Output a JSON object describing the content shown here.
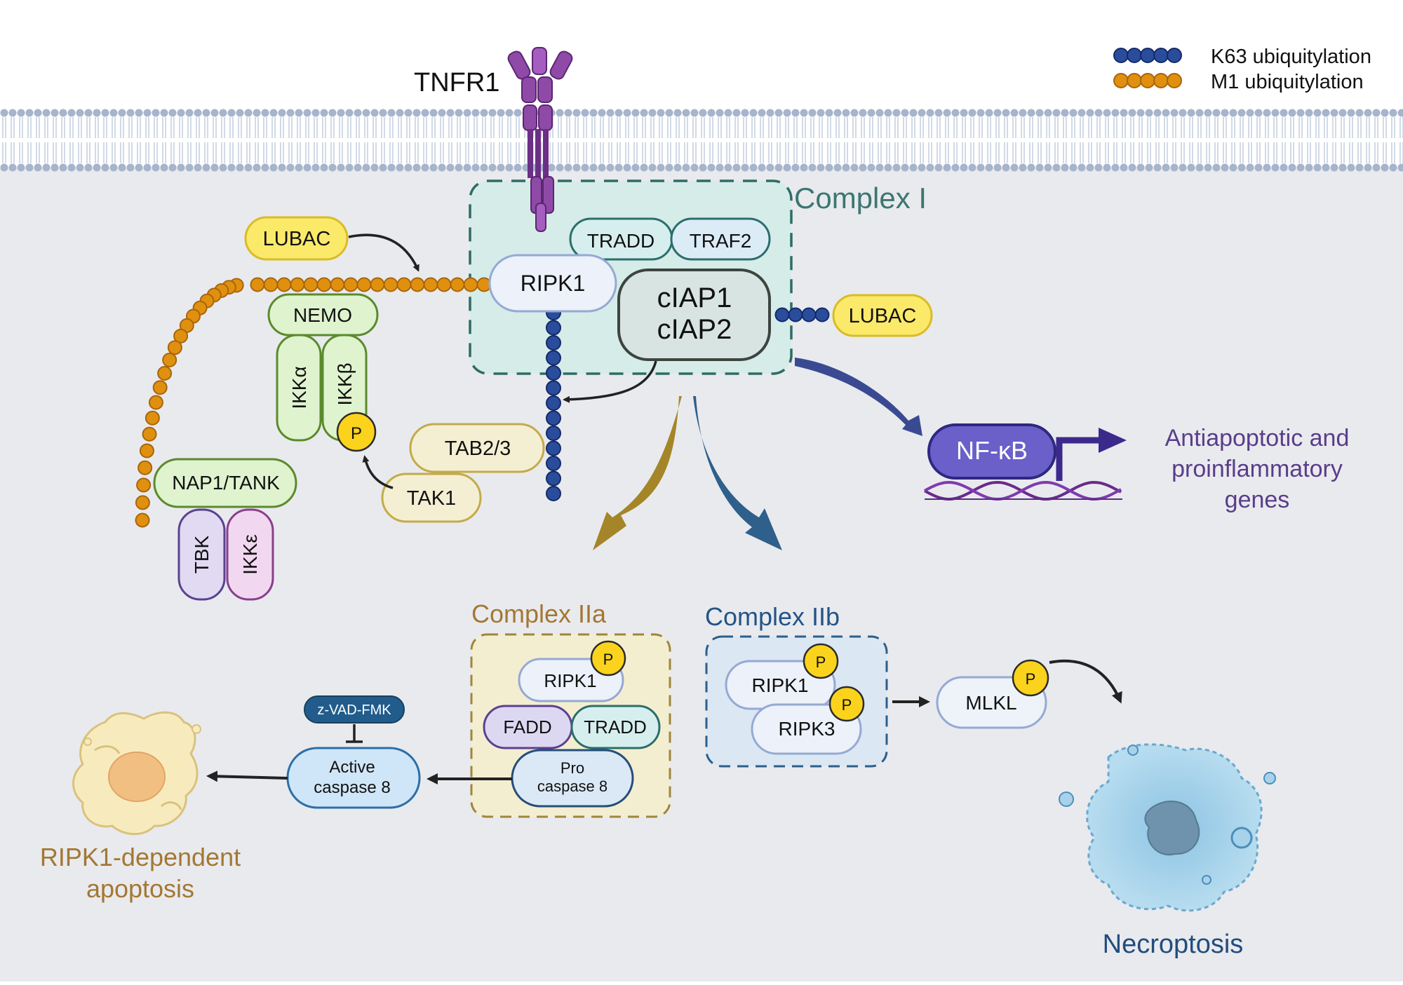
{
  "receptor": {
    "label": "TNFR1"
  },
  "legend": {
    "k63": {
      "label": "K63 ubiquitylation",
      "color": "#2a4d9b"
    },
    "m1": {
      "label": "M1 ubiquitylation",
      "color": "#e0900f"
    }
  },
  "complex1": {
    "title": "Complex I",
    "tradd": "TRADD",
    "traf2": "TRAF2",
    "ripk1": "RIPK1",
    "ciap1": "cIAP1",
    "ciap2": "cIAP2",
    "lubac_right": "LUBAC"
  },
  "ikk": {
    "lubac_left": "LUBAC",
    "nemo": "NEMO",
    "ikka": "IKKα",
    "ikkb": "IKKβ",
    "tab23": "TAB2/3",
    "tak1": "TAK1",
    "nap1": "NAP1/TANK",
    "tbk": "TBK",
    "ikke": "IKKε",
    "phospho": "P"
  },
  "nfkb": {
    "label": "NF-κB",
    "genes_line1": "Antiapoptotic and",
    "genes_line2": "proinflammatory",
    "genes_line3": "genes"
  },
  "complex2a": {
    "title": "Complex IIa",
    "ripk1": "RIPK1",
    "fadd": "FADD",
    "tradd": "TRADD",
    "pro_line1": "Pro",
    "pro_line2": "caspase 8"
  },
  "complex2b": {
    "title": "Complex IIb",
    "ripk1": "RIPK1",
    "ripk3": "RIPK3",
    "mlkl": "MLKL"
  },
  "apoptosis": {
    "inhibitor": "z-VAD-FMK",
    "active_line1": "Active",
    "active_line2": "caspase 8",
    "outcome_line1": "RIPK1-dependent",
    "outcome_line2": "apoptosis"
  },
  "necroptosis": {
    "label": "Necroptosis"
  }
}
